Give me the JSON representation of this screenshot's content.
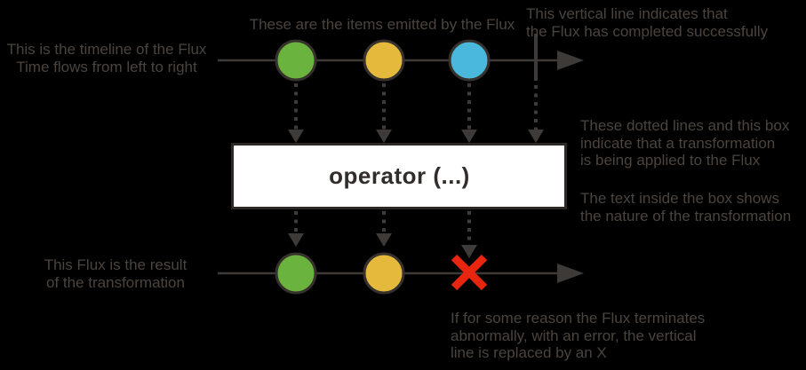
{
  "colors": {
    "background": "#000000",
    "line_gray": "#3e3a37",
    "text_gray": "#4b443e",
    "marble_green": "#6ab33e",
    "marble_yellow": "#e4b93c",
    "marble_blue": "#4ab7dc",
    "error_red": "#e8250f",
    "box_fill": "#ffffff",
    "box_border": "#2e2927",
    "box_text": "#322d2b"
  },
  "labels": {
    "timeline_note": "This is the timeline of the Flux\nTime flows from left to right",
    "items_note": "These are the items emitted by the Flux",
    "complete_note": "This vertical line indicates that\nthe Flux has completed successfully",
    "transform_note": "These dotted lines and this box\nindicate that a transformation\nis being applied to the Flux",
    "box_text_note": "The text inside the box shows\nthe nature of the transformation",
    "result_note": "This Flux is the result\nof the transformation",
    "error_note": "If for some reason the Flux terminates\nabnormally, with an error, the vertical\nline is replaced by an X"
  },
  "operator_box": {
    "label": "operator (...)"
  },
  "diagram": {
    "top_stream": {
      "marbles": [
        "green",
        "yellow",
        "blue"
      ],
      "terminal": "complete"
    },
    "bottom_stream": {
      "marbles": [
        "green",
        "yellow"
      ],
      "terminal": "error"
    }
  }
}
